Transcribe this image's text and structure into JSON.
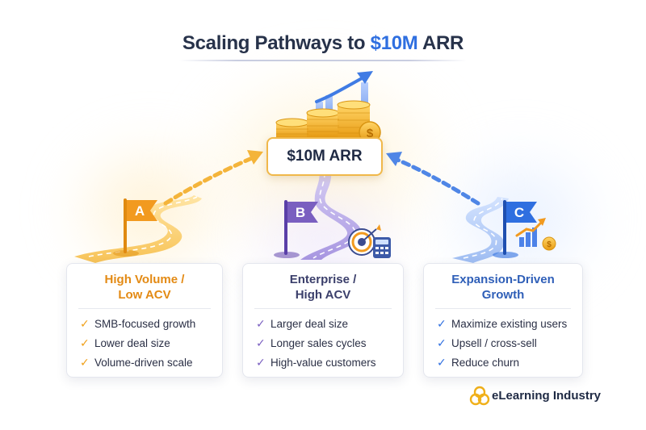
{
  "title": {
    "prefix": "Scaling Pathways to ",
    "highlight": "$10M",
    "suffix": " ARR"
  },
  "goal": {
    "label": "$10M ARR"
  },
  "coin_symbol": "$",
  "colors": {
    "accent_orange": "#f0a019",
    "accent_purple": "#7a5fc0",
    "accent_blue": "#2f6fe0",
    "gold": "#f0b84a"
  },
  "pathways": [
    {
      "letter": "A",
      "title_line1": "High Volume /",
      "title_line2": "Low ACV",
      "items": [
        "SMB-focused growth",
        "Lower deal size",
        "Volume-driven scale"
      ]
    },
    {
      "letter": "B",
      "title_line1": "Enterprise /",
      "title_line2": "High ACV",
      "items": [
        "Larger deal size",
        "Longer sales cycles",
        "High-value customers"
      ]
    },
    {
      "letter": "C",
      "title_line1": "Expansion-Driven",
      "title_line2": "Growth",
      "items": [
        "Maximize existing users",
        "Upsell / cross-sell",
        "Reduce churn"
      ]
    }
  ],
  "check_glyph": "✓",
  "brand": {
    "name": "eLearning Industry",
    "icon": "logo-icon"
  },
  "icons": [
    "coin-stack-icon",
    "growth-arrow-icon",
    "flag-icon",
    "target-icon",
    "calculator-icon",
    "bar-chart-icon",
    "check-icon"
  ]
}
